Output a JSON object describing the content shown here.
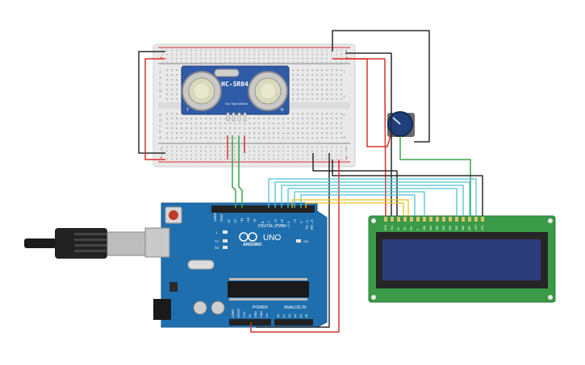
{
  "sensor": {
    "label": "HC-SR04",
    "pins": [
      "Vcc",
      "Trig",
      "Echo",
      "Gnd"
    ],
    "side_t": "T",
    "side_r": "R"
  },
  "arduino": {
    "brand": "ARDUINO",
    "model": "UNO",
    "digital_header": "DIGITAL (PWM~)",
    "power_header": "POWER",
    "analog_header": "ANALOG IN",
    "led_l": "L",
    "led_tx": "TX",
    "led_rx": "RX",
    "led_on": "ON",
    "aref": "AREF",
    "gnd": "GND",
    "digital_pins": [
      "13",
      "12",
      "~11",
      "~10",
      "~9",
      "8",
      "7",
      "~6",
      "~5",
      "4",
      "~3",
      "2",
      "TX→1",
      "RX←0"
    ],
    "power_pins": [
      "IOREF",
      "RESET",
      "3.3V",
      "5V",
      "GND",
      "GND",
      "Vin"
    ],
    "analog_pins": [
      "A0",
      "A1",
      "A2",
      "A3",
      "A4",
      "A5"
    ]
  },
  "breadboard": {
    "rows_left": [
      "j",
      "i",
      "h",
      "g",
      "f"
    ],
    "rows_right": [
      "e",
      "d",
      "c",
      "b",
      "a"
    ],
    "rail_plus": "+",
    "rail_minus": "-"
  },
  "lcd": {
    "pins": [
      "GND",
      "VCC",
      "V0",
      "RS",
      "RW",
      "E",
      "DB0",
      "DB1",
      "DB2",
      "DB3",
      "DB4",
      "DB5",
      "DB6",
      "DB7",
      "LED+",
      "LED-"
    ]
  },
  "colors": {
    "wire_red": "#d8302a",
    "wire_black": "#2a2a2a",
    "wire_green": "#3aa64a",
    "wire_cyan": "#4ec3d6",
    "wire_yellow": "#e7c21b",
    "board": "#1f6fae",
    "lcd_pcb": "#3a9a47",
    "sensor": "#2f5aa6"
  }
}
